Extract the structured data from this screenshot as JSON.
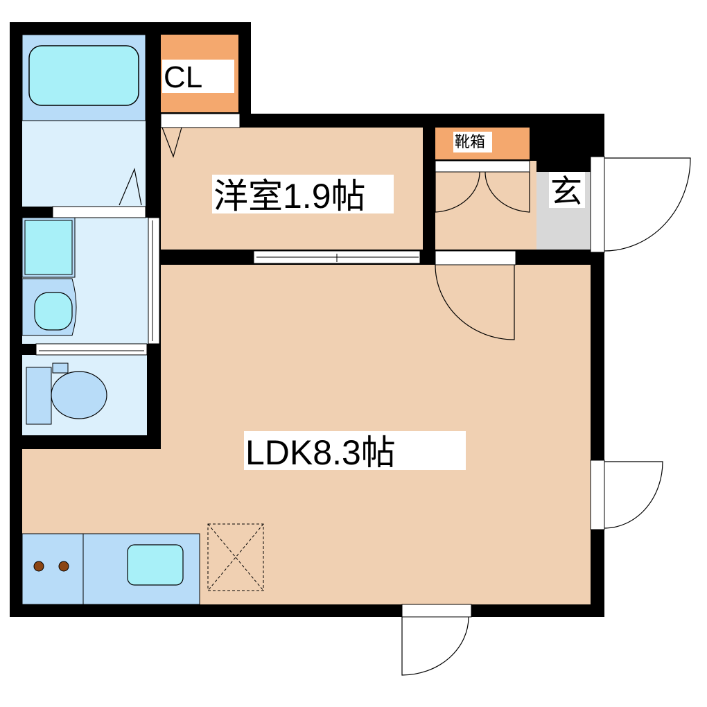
{
  "floor_plan": {
    "rooms": {
      "closet": {
        "label": "CL",
        "color": "#f4a86e"
      },
      "western_room": {
        "label": "洋室1.9帖",
        "color": "#f0d0b2"
      },
      "ldk": {
        "label": "LDK8.3帖",
        "color": "#f0d0b2"
      },
      "shoe_box": {
        "label": "靴箱",
        "color": "#f4a86e"
      },
      "genkan": {
        "label": "玄",
        "color": "#d8d8d8"
      },
      "wet_areas": {
        "color": "#dcf0fc"
      }
    },
    "fixtures": {
      "bathtub_color": "#a8f0f8",
      "appliance_color": "#b8dcf8",
      "stove_knob_color": "#8b4513"
    },
    "wall_color": "#000000"
  }
}
